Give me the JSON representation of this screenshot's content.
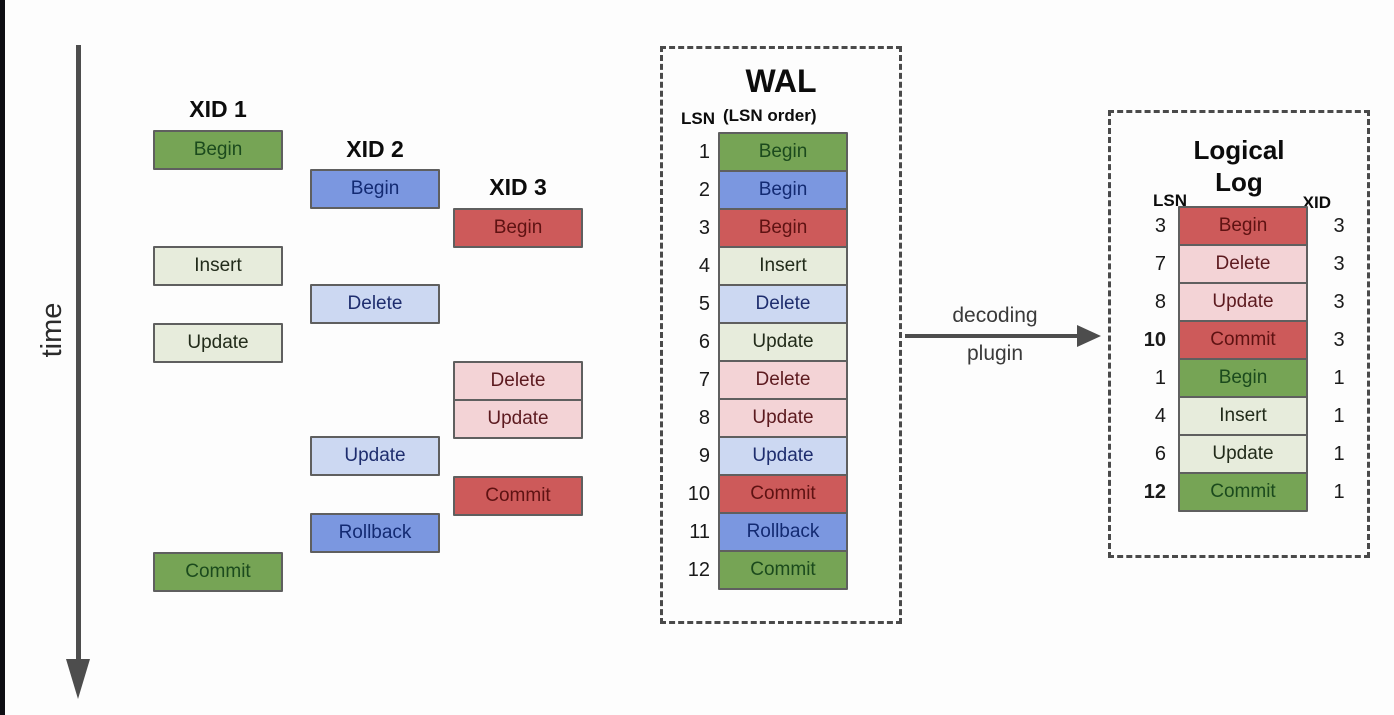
{
  "palette": {
    "green": "#76a455",
    "blue": "#7b97e0",
    "red": "#cd5a5a",
    "light_green": "#e7ecdc",
    "light_blue": "#ccd8f2",
    "light_pink": "#f3d3d6",
    "box_border": "#5f5f5f",
    "arrow_gray": "#4d4d4d",
    "dashed_border": "#4a4a4a"
  },
  "time_axis": {
    "label": "time"
  },
  "transactions": [
    {
      "name": "XID 1",
      "ops": [
        {
          "label": "Begin"
        },
        {
          "label": "Insert"
        },
        {
          "label": "Update"
        },
        {
          "label": "Commit"
        }
      ]
    },
    {
      "name": "XID 2",
      "ops": [
        {
          "label": "Begin"
        },
        {
          "label": "Delete"
        },
        {
          "label": "Update"
        },
        {
          "label": "Rollback"
        }
      ]
    },
    {
      "name": "XID 3",
      "ops": [
        {
          "label": "Begin"
        },
        {
          "label": "Delete"
        },
        {
          "label": "Update"
        },
        {
          "label": "Commit"
        }
      ]
    }
  ],
  "wal": {
    "title": "WAL",
    "subtitle": "(LSN order)",
    "lsn_column_label": "LSN",
    "rows": [
      {
        "lsn": "1",
        "label": "Begin"
      },
      {
        "lsn": "2",
        "label": "Begin"
      },
      {
        "lsn": "3",
        "label": "Begin"
      },
      {
        "lsn": "4",
        "label": "Insert"
      },
      {
        "lsn": "5",
        "label": "Delete"
      },
      {
        "lsn": "6",
        "label": "Update"
      },
      {
        "lsn": "7",
        "label": "Delete"
      },
      {
        "lsn": "8",
        "label": "Update"
      },
      {
        "lsn": "9",
        "label": "Update"
      },
      {
        "lsn": "10",
        "label": "Commit"
      },
      {
        "lsn": "11",
        "label": "Rollback"
      },
      {
        "lsn": "12",
        "label": "Commit"
      }
    ]
  },
  "decoding_arrow": {
    "label_top": "decoding",
    "label_bottom": "plugin"
  },
  "logical_log": {
    "title_line1": "Logical",
    "title_line2": "Log",
    "lsn_column_label": "LSN",
    "xid_column_label": "XID",
    "rows": [
      {
        "lsn": "3",
        "label": "Begin",
        "xid": "3"
      },
      {
        "lsn": "7",
        "label": "Delete",
        "xid": "3"
      },
      {
        "lsn": "8",
        "label": "Update",
        "xid": "3"
      },
      {
        "lsn": "10",
        "label": "Commit",
        "xid": "3"
      },
      {
        "lsn": "1",
        "label": "Begin",
        "xid": "1"
      },
      {
        "lsn": "4",
        "label": "Insert",
        "xid": "1"
      },
      {
        "lsn": "6",
        "label": "Update",
        "xid": "1"
      },
      {
        "lsn": "12",
        "label": "Commit",
        "xid": "1"
      }
    ]
  }
}
